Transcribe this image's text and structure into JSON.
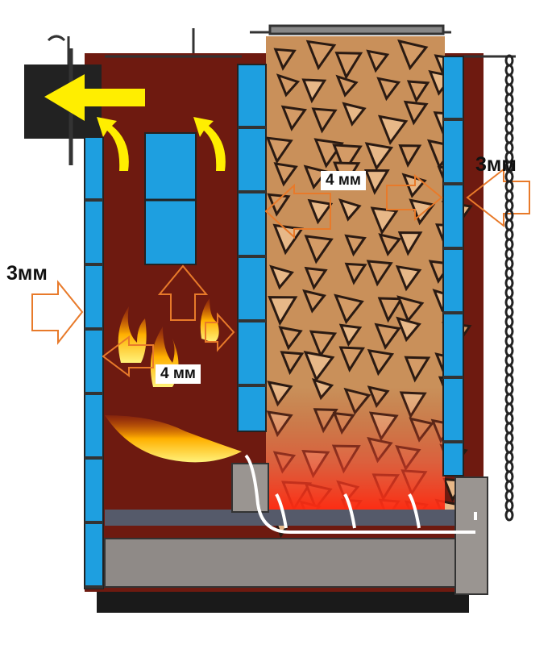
{
  "labels": {
    "outer_wall_left": "3мм",
    "outer_wall_right": "3мм",
    "inner_wall_firewood": "4 мм",
    "inner_wall_firebox": "4 мм"
  },
  "colors": {
    "body": "#6e1a10",
    "water_jacket": "#1e9fe0",
    "smoke_arrow": "#ffee00",
    "wall_arrow": "#e87a2a",
    "tray": "#8f8a87",
    "base": "#1a1a1a"
  }
}
